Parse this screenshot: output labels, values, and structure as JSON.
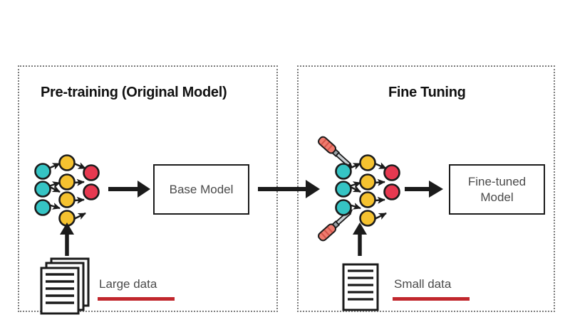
{
  "diagram": {
    "title_implicit": "Pre-training and Fine Tuning workflow",
    "background_color": "#ffffff",
    "panels": [
      {
        "id": "pretraining",
        "title": "Pre-training (Original Model)",
        "border_style": "dotted",
        "border_color": "#7a7a7a"
      },
      {
        "id": "finetuning",
        "title": "Fine Tuning",
        "border_style": "dotted",
        "border_color": "#7a7a7a"
      }
    ],
    "boxes": [
      {
        "id": "base-model",
        "label": "Base Model"
      },
      {
        "id": "finetuned-model",
        "label_line1": "Fine-tuned",
        "label_line2": "Model"
      }
    ],
    "data_labels": [
      {
        "id": "large-data",
        "label": "Large data",
        "underline_color": "#c1272d",
        "doc_count": 3
      },
      {
        "id": "small-data",
        "label": "Small data",
        "underline_color": "#c1272d",
        "doc_count": 1
      }
    ],
    "networks": [
      {
        "id": "network-pretraining",
        "layers": [
          {
            "name": "input-layer",
            "color": "#35c4c4",
            "count": 3
          },
          {
            "name": "hidden-layer",
            "color": "#f5c230",
            "count": 4
          },
          {
            "name": "output-layer",
            "color": "#e63950",
            "count": 2
          }
        ]
      },
      {
        "id": "network-finetuning",
        "layers": [
          {
            "name": "input-layer",
            "color": "#35c4c4",
            "count": 3
          },
          {
            "name": "hidden-layer",
            "color": "#f5c230",
            "count": 4
          },
          {
            "name": "output-layer",
            "color": "#e63950",
            "count": 2
          }
        ],
        "tools": [
          {
            "name": "screwdriver-top",
            "handle_color": "#ef7b6e",
            "shaft_color": "#b9bec2"
          },
          {
            "name": "screwdriver-bottom",
            "handle_color": "#ef7b6e",
            "shaft_color": "#b9bec2"
          }
        ]
      }
    ],
    "arrows": [
      {
        "id": "arrow-network-to-base-model",
        "direction": "right"
      },
      {
        "id": "arrow-base-model-to-finetuning",
        "direction": "right"
      },
      {
        "id": "arrow-finetuning-network-to-finetuned-model",
        "direction": "right"
      },
      {
        "id": "arrow-large-data-up",
        "direction": "up"
      },
      {
        "id": "arrow-small-data-up",
        "direction": "up"
      }
    ],
    "colors": {
      "node_cyan": "#35c4c4",
      "node_yellow": "#f5c230",
      "node_red": "#e63950",
      "stroke": "#1b1b1b",
      "text_gray": "#4a4a4a",
      "accent_red": "#c1272d"
    }
  }
}
